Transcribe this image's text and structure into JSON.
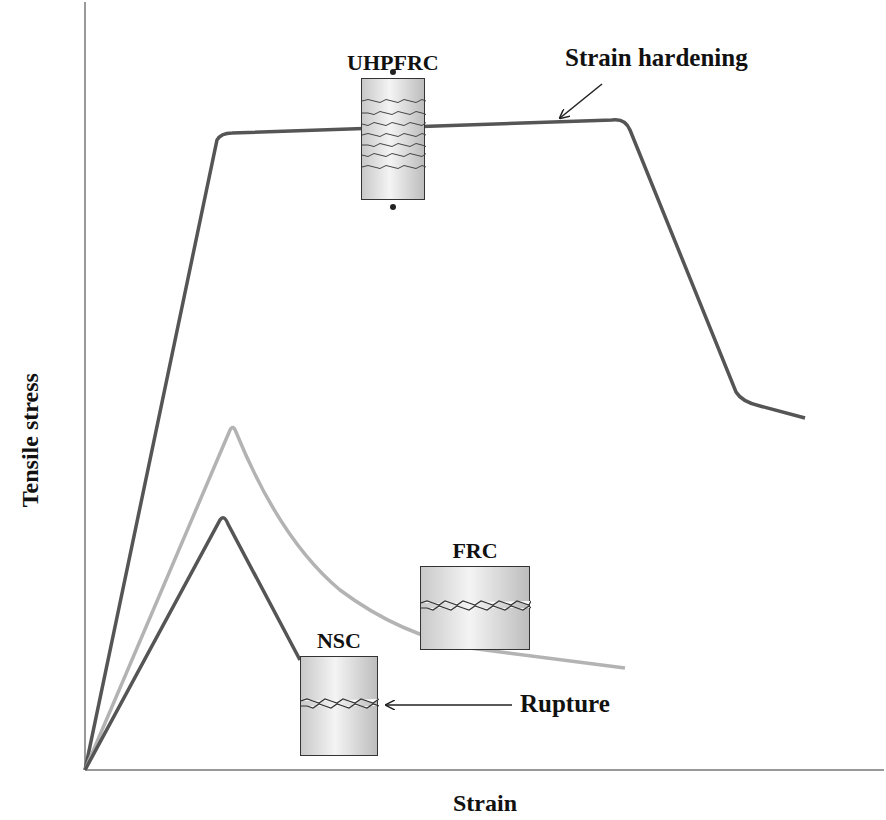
{
  "diagram": {
    "nodes": [
      {
        "text": [
          "UHPFRC"
        ]
      },
      {
        "text": [
          "FRC"
        ]
      },
      {
        "text": [
          "NSC"
        ]
      }
    ],
    "labels": [
      "Strain hardening",
      "Rupture",
      "Tensile stress",
      "Strain"
    ]
  }
}
